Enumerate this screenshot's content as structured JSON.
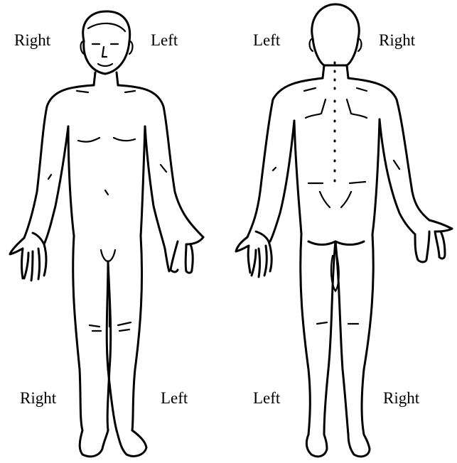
{
  "front_view": {
    "label_top_right_side": "Right",
    "label_top_left_side": "Left",
    "label_bottom_right_side": "Right",
    "label_bottom_left_side": "Left"
  },
  "back_view": {
    "label_top_left_side": "Left",
    "label_top_right_side": "Right",
    "label_bottom_left_side": "Left",
    "label_bottom_right_side": "Right"
  },
  "colors": {
    "ink": "#000000",
    "background": "#ffffff"
  },
  "icons": [
    "front-body-outline-icon",
    "back-body-outline-icon"
  ]
}
